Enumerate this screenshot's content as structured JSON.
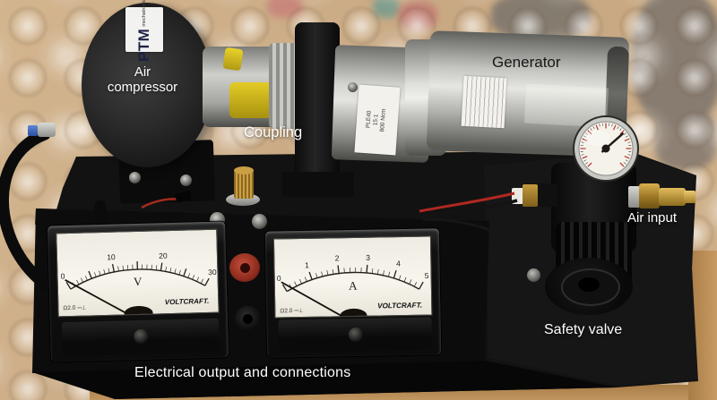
{
  "scene": {
    "description": "Photograph of a bench test rig: air compressor driving a generator via coupling, with electrical meter panel, pressure regulator, safety valve and air input fitting, on a black base over bubble wrap"
  },
  "annotations": {
    "air_compressor_line1": "Air",
    "air_compressor_line2": "compressor",
    "coupling": "Coupling",
    "generator": "Generator",
    "air_input": "Air input",
    "safety_valve": "Safety valve",
    "electrical_output": "Electrical output and connections"
  },
  "compressor": {
    "logo_brand": "PTM",
    "logo_sub": "mechatronics"
  },
  "gearbox": {
    "label_lines": [
      "PLE40",
      "15:1",
      "800 Ncm"
    ]
  },
  "voltmeter": {
    "unit": "V",
    "brand": "VOLTCRAFT.",
    "rating": "Ω2.0 ⎓⊥",
    "tick_labels": [
      "0",
      "10",
      "20",
      "30"
    ],
    "range": [
      0,
      30
    ],
    "value": 0
  },
  "ammeter": {
    "unit": "A",
    "brand": "VOLTCRAFT.",
    "rating": "Ω2.0 ⎓⊥",
    "tick_labels": [
      "0",
      "1",
      "2",
      "3",
      "4",
      "5"
    ],
    "range": [
      0,
      5
    ],
    "value": 0
  },
  "pressure_gauge": {
    "needle_fraction": 0.68,
    "tick_color": "#b5342c"
  },
  "colors": {
    "base_black": "#101010",
    "panel_black": "#0c0c0c",
    "silver": "#c9c9c5",
    "brass": "#c49a3e",
    "cardboard": "#b98c55",
    "red_jack": "#8e2c1e",
    "coupling_yellow": "#e3cc26",
    "wire_red": "#b02820",
    "annotation_white": "#ffffff"
  }
}
